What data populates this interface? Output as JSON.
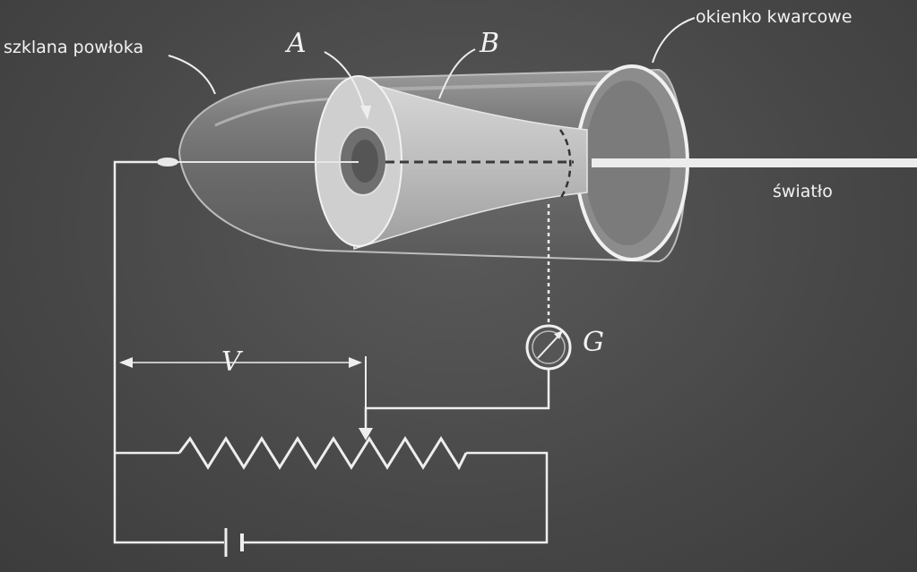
{
  "labels": {
    "glass_shell": "szklana powłoka",
    "electrode_a": "A",
    "electrode_b": "B",
    "quartz_window": "okienko kwarcowe",
    "light": "światło",
    "galvanometer": "G",
    "voltage": "V"
  },
  "colors": {
    "background": "#4a4a4a",
    "wire": "#eeeeee",
    "text": "#f2f2f2"
  }
}
